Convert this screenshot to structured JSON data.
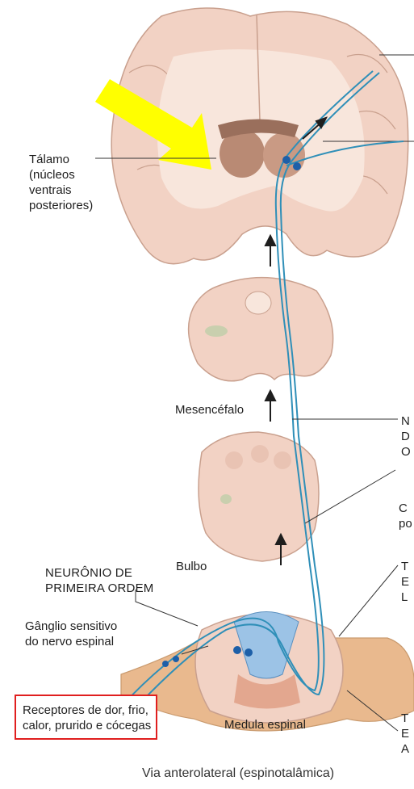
{
  "labels": {
    "thalamus": "Tálamo –\n(núcleos\nventrais\nposteriores)",
    "thalamus_lines": [
      "Tálamo",
      "(núcleos",
      "ventrais",
      "posteriores)"
    ],
    "midbrain": "Mesencéfalo",
    "medulla_oblongata": "Bulbo",
    "first_order_neuron": [
      "NEURÔNIO DE",
      "PRIMEIRA ORDEM"
    ],
    "sensory_ganglion": [
      "Gânglio sensitivo",
      "do nervo espinal"
    ],
    "receptors": [
      "Receptores de dor, frio,",
      "calor, prurido e cócegas"
    ],
    "spinal_cord": "Medula espinal",
    "right_clipped_1": [
      "N",
      "D",
      "O"
    ],
    "right_clipped_2": [
      "C",
      "po"
    ],
    "right_clipped_3": [
      "T",
      "E",
      "L"
    ],
    "right_clipped_4": [
      "T",
      "E",
      "A"
    ]
  },
  "caption": "Via anterolateral (espinotalâmica)",
  "colors": {
    "tissue": "#f2d2c4",
    "tissue_outline": "#c9a08e",
    "white_matter": "#f8e6dc",
    "thalamus": "#b98a74",
    "tract_blue": "#2f8fb8",
    "neuron_dot": "#1d5fa8",
    "dorsal_horn": "#9cc3e6",
    "highlight_arrow": "#ffff00",
    "receptor_box_border": "#e01f1f"
  }
}
